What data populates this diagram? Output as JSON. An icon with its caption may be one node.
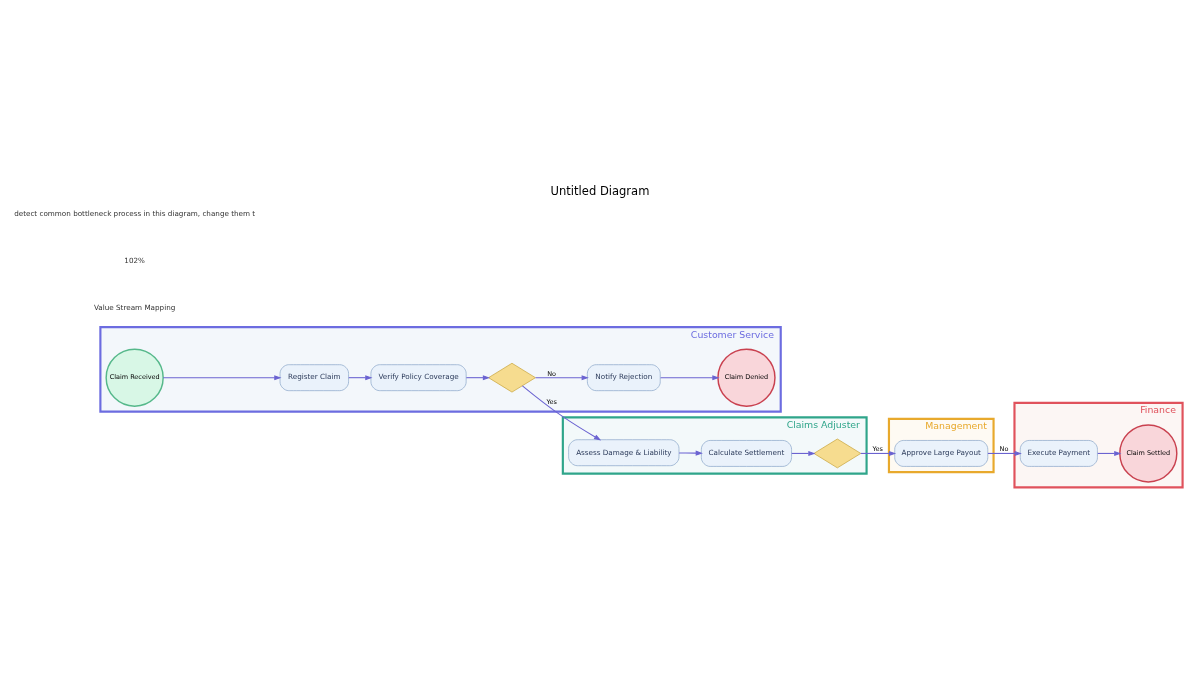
{
  "diagram": {
    "title": "Untitled Diagram",
    "nodes": [
      {
        "text": [
          "Customer Service"
        ]
      },
      {
        "text": [
          "Claims Adjuster"
        ]
      },
      {
        "text": [
          "Management"
        ]
      },
      {
        "text": [
          "Finance"
        ]
      },
      {
        "text": [
          "Claim Received"
        ],
        "in": 0
      },
      {
        "text": [
          "Register Claim"
        ],
        "in": 0
      },
      {
        "text": [
          "Verify Policy Coverage"
        ],
        "in": 0
      },
      {
        "text": [],
        "shape": "diamond",
        "in": 0
      },
      {
        "text": [
          "Notify Rejection"
        ],
        "in": 0
      },
      {
        "text": [
          "Claim Denied"
        ],
        "in": 0
      },
      {
        "text": [
          "Assess Damage & Liability"
        ],
        "in": 1
      },
      {
        "text": [
          "Calculate Settlement"
        ],
        "in": 1
      },
      {
        "text": [],
        "shape": "diamond",
        "in": 1
      },
      {
        "text": [
          "Approve Large Payout"
        ],
        "in": 2
      },
      {
        "text": [
          "Execute Payment"
        ],
        "in": 3
      },
      {
        "text": [
          "Claim Settled"
        ],
        "in": 3
      }
    ],
    "edges": [
      {
        "from": 4,
        "to": 5,
        "arrow": "to"
      },
      {
        "from": 5,
        "to": 6,
        "arrow": "to"
      },
      {
        "from": 6,
        "to": 7,
        "arrow": "to"
      },
      {
        "from": 7,
        "to": 8,
        "arrow": "to",
        "label": "No"
      },
      {
        "from": 8,
        "to": 9,
        "arrow": "to"
      },
      {
        "from": 7,
        "to": 10,
        "arrow": "to",
        "label": "Yes"
      },
      {
        "from": 10,
        "to": 11,
        "arrow": "to"
      },
      {
        "from": 11,
        "to": 12,
        "arrow": "to"
      },
      {
        "from": 12,
        "to": 13,
        "arrow": "to",
        "label": "Yes"
      },
      {
        "from": 13,
        "to": 14,
        "arrow": "to",
        "label": "No"
      },
      {
        "from": 14,
        "to": 15,
        "arrow": "to"
      }
    ],
    "labels": [
      "Value Stream Mapping",
      "102%",
      "detect common bottleneck process in this diagram, change them t"
    ]
  }
}
